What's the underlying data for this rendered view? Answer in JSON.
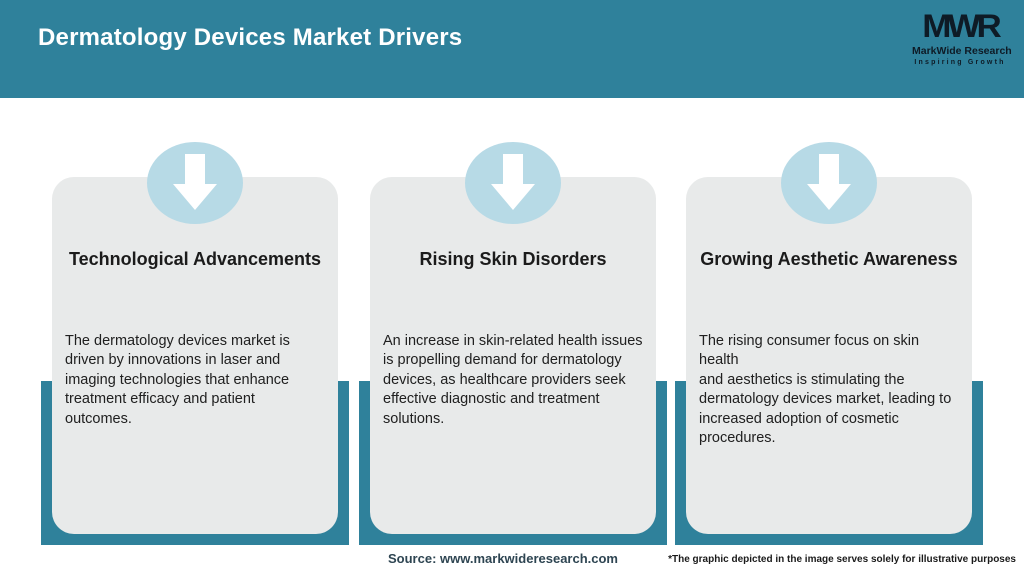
{
  "header": {
    "title": "Dermatology Devices Market Drivers",
    "logo": {
      "monogram": "MWR",
      "name": "MarkWide Research",
      "tagline": "Inspiring Growth"
    }
  },
  "cards": [
    {
      "title": "Technological Advancements",
      "body": "The dermatology devices market is\ndriven by innovations in laser and\nimaging technologies that enhance\ntreatment efficacy and patient outcomes."
    },
    {
      "title": "Rising Skin Disorders",
      "body": "An increase in skin-related health issues\nis propelling demand for dermatology\ndevices, as healthcare providers seek\neffective diagnostic and treatment\nsolutions."
    },
    {
      "title": "Growing Aesthetic Awareness",
      "body": "The rising consumer focus on skin health\nand aesthetics is stimulating the\ndermatology devices market, leading to\nincreased adoption of cosmetic\nprocedures."
    }
  ],
  "footer": {
    "source": "Source: www.markwideresearch.com",
    "disclaimer": "*The graphic depicted in the image serves solely for illustrative purposes"
  },
  "colors": {
    "accent_teal": "#2F819B",
    "card_bg": "#E8EAEA",
    "circle_blue": "#B7DAE6",
    "logo_dark": "#0E1B26",
    "title_dark": "#1B1B1B",
    "body_dark": "#202020",
    "source_color": "#2E4552"
  }
}
